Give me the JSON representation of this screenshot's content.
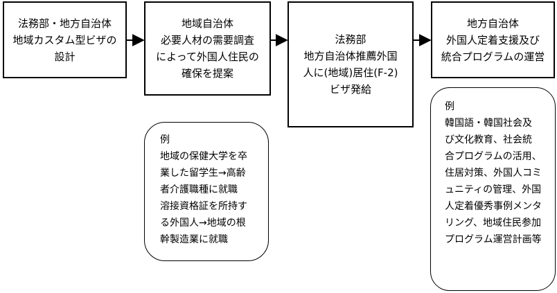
{
  "boxes": [
    {
      "id": "design",
      "lines": [
        "法務部・地方自治体",
        "地域カスタム型ビザの",
        "設計"
      ]
    },
    {
      "id": "proposal",
      "lines": [
        "地域自治体",
        "必要人材の需要調査",
        "によって外国人住民の",
        "確保を提案"
      ]
    },
    {
      "id": "issuance",
      "lines": [
        "法務部",
        "地方自治体推薦外国",
        "人に(地域)居住(F-2)",
        "ビザ発給"
      ]
    },
    {
      "id": "program",
      "lines": [
        "地方自治体",
        "外国人定着支援及び",
        "統合プログラムの運営"
      ]
    }
  ],
  "notes": [
    {
      "id": "example-left",
      "lines": [
        "例",
        "地域の保健大学を卒",
        "業した留学生→高齢",
        "者介護職種に就職",
        "溶接資格証を所持す",
        "る外国人→地域の根",
        "幹製造業に就職"
      ]
    },
    {
      "id": "example-right",
      "lines": [
        "例",
        "韓国語・韓国社会及",
        "び文化教育、社会統",
        "合プログラムの活用、",
        "住居対策、外国人コミ",
        "ュニティの管理、外国",
        "人定着優秀事例メンタ",
        "リング、地域住民参加",
        "プログラム運営計画等"
      ]
    }
  ]
}
